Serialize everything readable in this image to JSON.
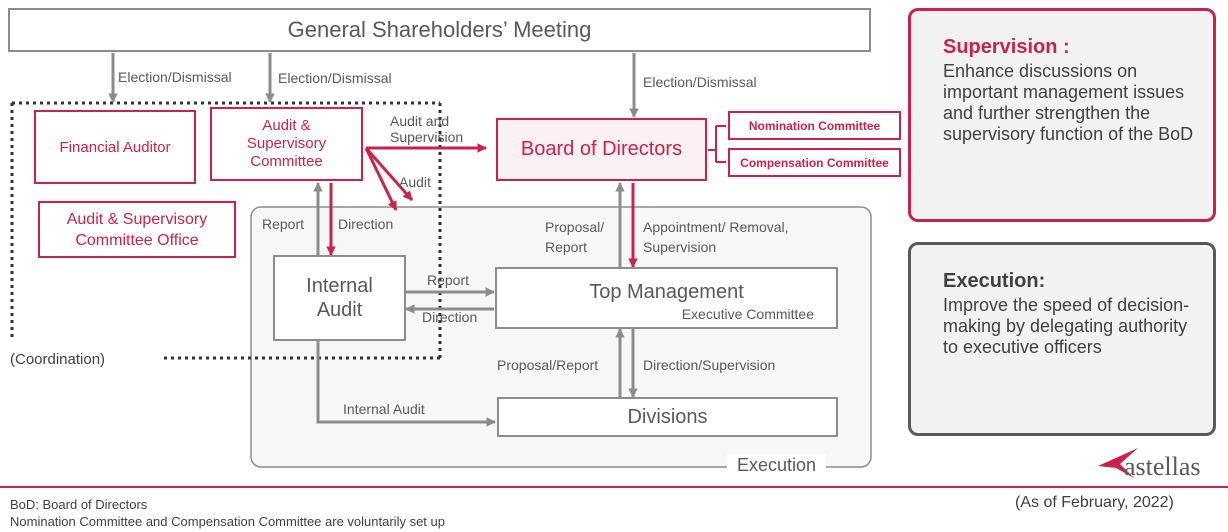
{
  "meeting": "General Shareholders’ Meeting",
  "boxes": {
    "financial_auditor": "Financial Auditor",
    "audit_committee": "Audit & Supervisory Committee",
    "audit_committee_office": "Audit & Supervisory Committee Office",
    "board": "Board of Directors",
    "nomination": "Nomination Committee",
    "compensation": "Compensation Committee",
    "internal_audit": "Internal Audit",
    "top_management": "Top Management",
    "executive_committee": "Executive Committee",
    "divisions": "Divisions",
    "execution": "Execution"
  },
  "labels": {
    "election1": "Election/Dismissal",
    "election2": "Election/Dismissal",
    "election3": "Election/Dismissal",
    "audit_supervision": "Audit and Supervision",
    "audit": "Audit",
    "report1": "Report",
    "direction1": "Direction",
    "proposal_report1": "Proposal/ Report",
    "appointment": "Appointment/ Removal, Supervision",
    "report2": "Report",
    "direction2": "Direction",
    "proposal_report2": "Proposal/Report",
    "direction_supervision": "Direction/Supervision",
    "internal_audit_arrow": "Internal Audit",
    "coordination": "(Coordination)"
  },
  "panels": {
    "supervision_title": "Supervision :",
    "supervision_text": "Enhance discussions on important management issues and further strengthen the supervisory function of the BoD",
    "execution_title": "Execution:",
    "execution_text": "Improve the speed of decision-making by delegating authority to executive officers"
  },
  "logo": "astellas",
  "footer": {
    "note1": "BoD: Board of Directors",
    "note2": "Nomination Committee and Compensation Committee are voluntarily set up",
    "date": "(As of February, 2022)"
  },
  "colors": {
    "accent": "#c8234a",
    "grey": "#8c8c8c",
    "execution_bg": "#f7f7f7"
  }
}
